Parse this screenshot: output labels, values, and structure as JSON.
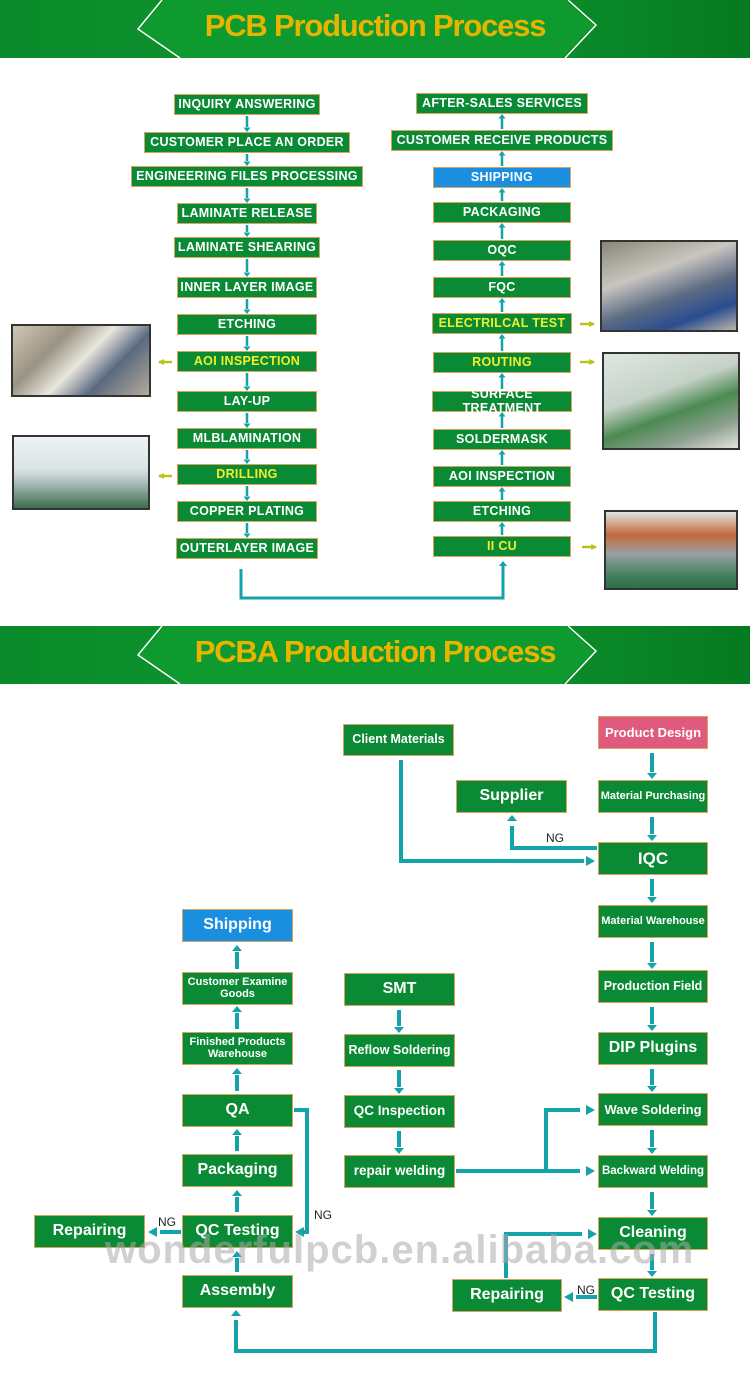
{
  "pcb": {
    "title": "PCB Production Process",
    "left_steps": [
      {
        "label": "INQUIRY ANSWERING",
        "highlight": false
      },
      {
        "label": "CUSTOMER PLACE AN ORDER",
        "highlight": false
      },
      {
        "label": "ENGINEERING FILES PROCESSING",
        "highlight": false
      },
      {
        "label": "LAMINATE RELEASE",
        "highlight": false
      },
      {
        "label": "LAMINATE SHEARING",
        "highlight": false
      },
      {
        "label": "INNER LAYER IMAGE",
        "highlight": false
      },
      {
        "label": "ETCHING",
        "highlight": false
      },
      {
        "label": "AOI INSPECTION",
        "highlight": true
      },
      {
        "label": "LAY-UP",
        "highlight": false
      },
      {
        "label": "MLBLAMINATION",
        "highlight": false
      },
      {
        "label": "DRILLING",
        "highlight": true
      },
      {
        "label": "COPPER PLATING",
        "highlight": false
      },
      {
        "label": "OUTERLAYER IMAGE",
        "highlight": false
      }
    ],
    "right_steps": [
      {
        "label": "AFTER-SALES SERVICES",
        "highlight": false
      },
      {
        "label": "CUSTOMER RECEIVE PRODUCTS",
        "highlight": false
      },
      {
        "label": "SHIPPING",
        "highlight": false,
        "color": "blue"
      },
      {
        "label": "PACKAGING",
        "highlight": false
      },
      {
        "label": "OQC",
        "highlight": false
      },
      {
        "label": "FQC",
        "highlight": false
      },
      {
        "label": "ELECTRILCAL TEST",
        "highlight": true
      },
      {
        "label": "ROUTING",
        "highlight": true
      },
      {
        "label": "SURFACE TREATMENT",
        "highlight": false
      },
      {
        "label": "SOLDERMASK",
        "highlight": false
      },
      {
        "label": "AOI INSPECTION",
        "highlight": false
      },
      {
        "label": "ETCHING",
        "highlight": false
      },
      {
        "label": "II CU",
        "highlight": true
      }
    ],
    "photos": [
      "aoi-inspection-photo",
      "drilling-photo",
      "electrical-test-photo",
      "routing-photo",
      "ii-cu-photo"
    ]
  },
  "pcba": {
    "title": "PCBA Production Process",
    "nodes": {
      "client_materials": "Client Materials",
      "product_design": "Product Design",
      "supplier": "Supplier",
      "material_purchasing": "Material Purchasing",
      "iqc": "IQC",
      "material_warehouse": "Material Warehouse",
      "production_field": "Production Field",
      "dip_plugins": "DIP Plugins",
      "wave_soldering": "Wave Soldering",
      "backward_welding": "Backward Welding",
      "cleaning": "Cleaning",
      "qc_testing_right": "QC Testing",
      "repairing_right": "Repairing",
      "smt": "SMT",
      "reflow_soldering": "Reflow Soldering",
      "qc_inspection": "QC Inspection",
      "repair_welding": "repair welding",
      "shipping": "Shipping",
      "customer_examine": "Customer Examine Goods",
      "finished_warehouse": "Finished Products Warehouse",
      "qa": "QA",
      "packaging": "Packaging",
      "qc_testing_left": "QC Testing",
      "repairing_left": "Repairing",
      "assembly": "Assembly"
    },
    "ng_label": "NG"
  },
  "colors": {
    "banner_green": "#0d952f",
    "title_gold": "#e8b400",
    "box_green": "#0b8a35",
    "highlight_text": "#f2ef2a",
    "shipping_blue": "#1a8fe0",
    "design_pink": "#e05a80",
    "connector_teal": "#14a3a8",
    "photo_arrow": "#b8c21a"
  },
  "watermark": "wonderfulpcb.en.alibaba.com"
}
